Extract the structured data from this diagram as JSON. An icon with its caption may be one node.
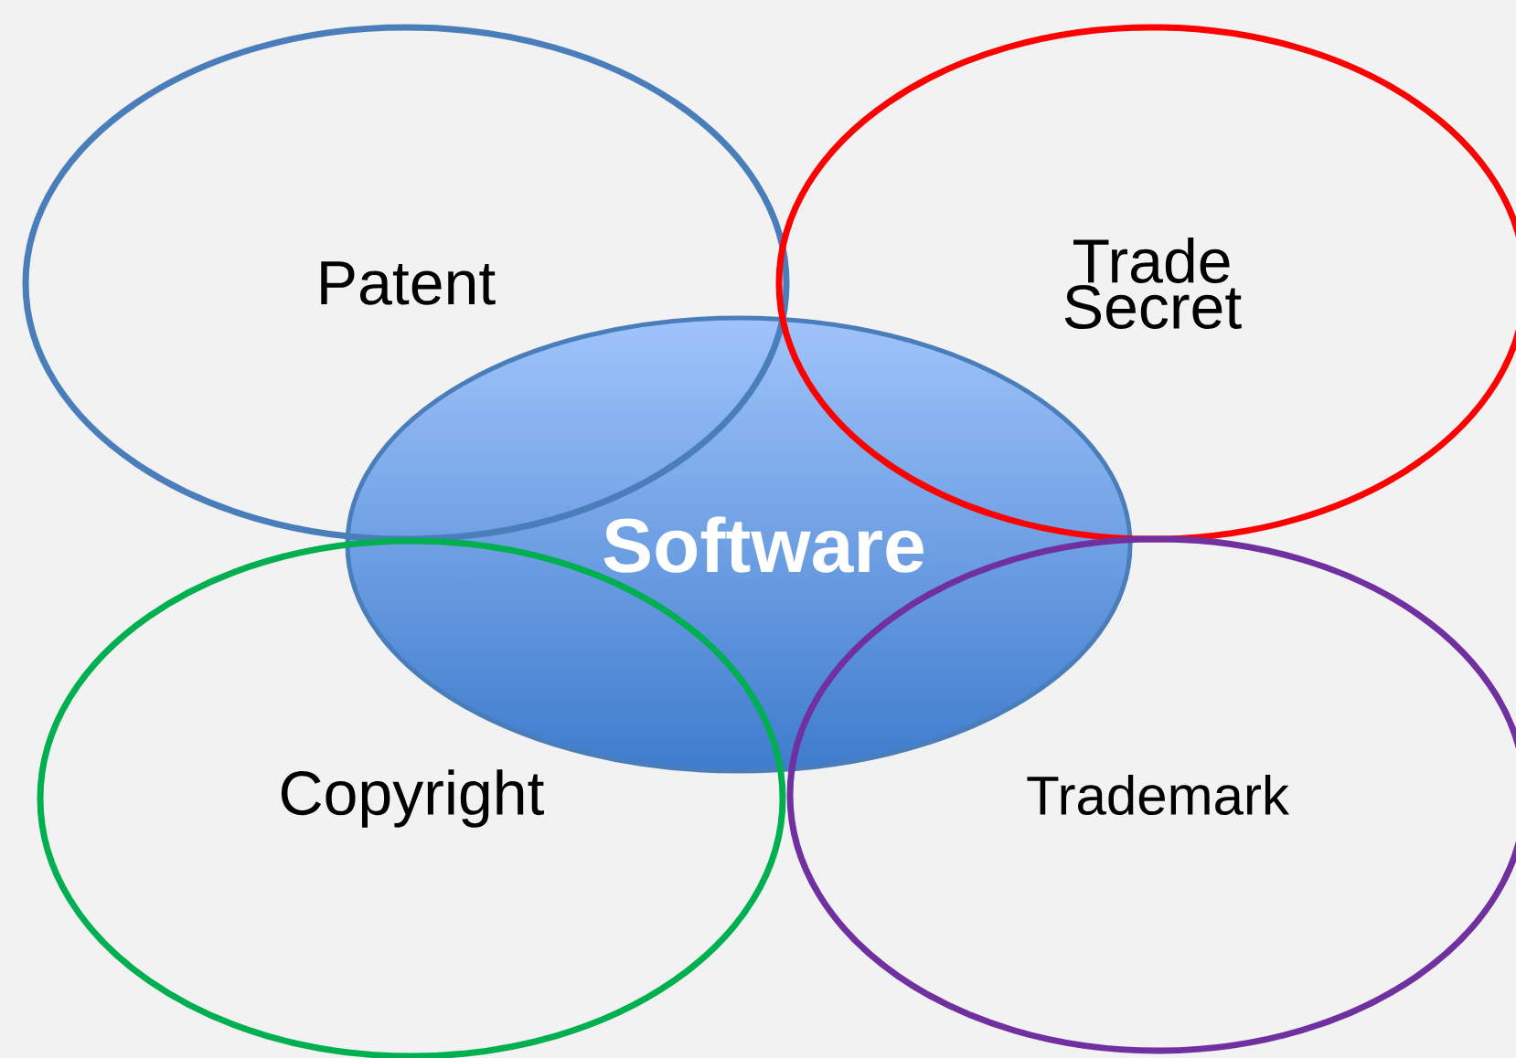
{
  "diagram": {
    "nodes": [
      {
        "text": [
          "Patent"
        ]
      },
      {
        "text": [
          "Trade Secret"
        ]
      },
      {
        "text": [
          "Software"
        ]
      },
      {
        "text": [
          "Copyright"
        ]
      },
      {
        "text": [
          "Trademark"
        ]
      }
    ]
  }
}
